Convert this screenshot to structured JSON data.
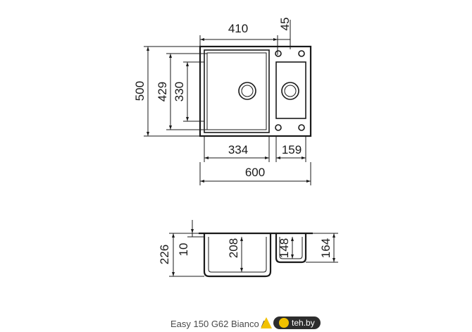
{
  "dimensions": {
    "top_width_410": "410",
    "top_offset_45": "45",
    "left_height_500": "500",
    "left_height_429": "429",
    "left_height_330": "330",
    "main_bowl_width_334": "334",
    "small_bowl_width_159": "159",
    "total_width_600": "600",
    "side_height_226": "226",
    "side_rim_10": "10",
    "side_depth_208": "208",
    "side_small_depth_148": "148",
    "side_small_height_164": "164"
  },
  "caption": "Easy 150 G62 Bianco A",
  "watermark": {
    "label": "teh.by",
    "accent_color": "#f2c200",
    "pill_color": "#2d2d2d"
  }
}
